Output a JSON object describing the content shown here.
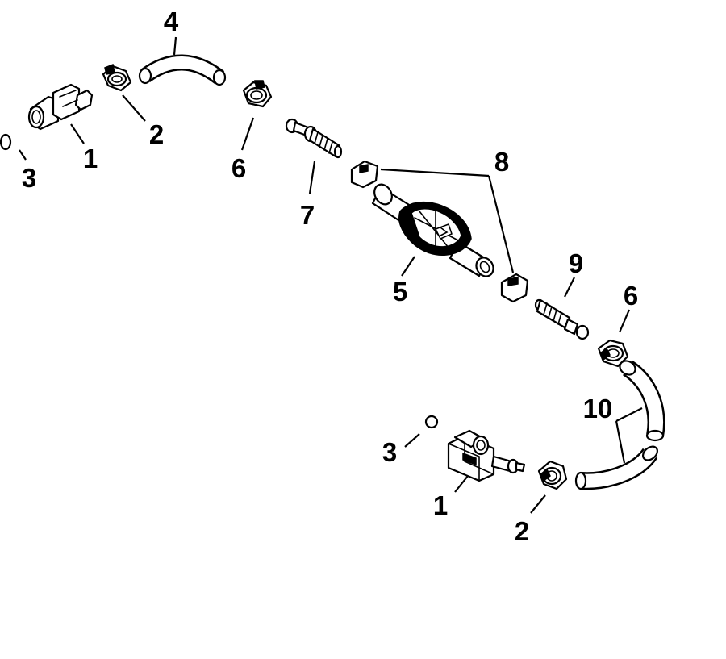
{
  "diagram": {
    "callouts": {
      "c1_top": "1",
      "c2_top": "2",
      "c3_top": "3",
      "c4": "4",
      "c6_top": "6",
      "c7": "7",
      "c8": "8",
      "c5": "5",
      "c9": "9",
      "c6_bottom": "6",
      "c10": "10",
      "c3_bottom": "3",
      "c1_bottom": "1",
      "c2_bottom": "2"
    }
  }
}
